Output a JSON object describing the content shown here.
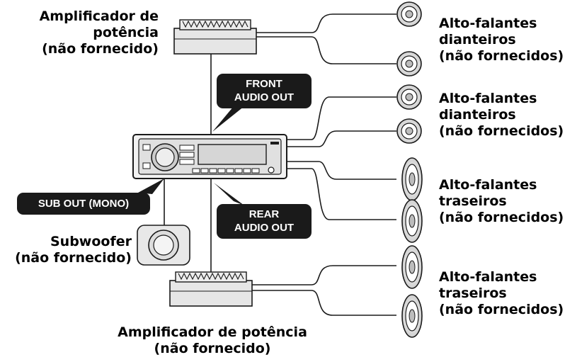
{
  "labels": {
    "amp_top": [
      "Amplificador de",
      "potência",
      "(não fornecido)"
    ],
    "amp_bottom": [
      "Amplificador de potência",
      "(não fornecido)"
    ],
    "subwoofer": [
      "Subwoofer",
      "(não fornecido)"
    ],
    "front_speakers_1": [
      "Alto-falantes",
      "dianteiros",
      "(não fornecidos)"
    ],
    "front_speakers_2": [
      "Alto-falantes",
      "dianteiros",
      "(não fornecidos)"
    ],
    "rear_speakers_1": [
      "Alto-falantes",
      "traseiros",
      "(não fornecidos)"
    ],
    "rear_speakers_2": [
      "Alto-falantes",
      "traseiros",
      "(não fornecidos)"
    ]
  },
  "badges": {
    "front_audio_out": [
      "FRONT",
      "AUDIO OUT"
    ],
    "rear_audio_out": [
      "REAR",
      "AUDIO OUT"
    ],
    "sub_out": [
      "SUB OUT (MONO)"
    ]
  },
  "colors": {
    "line": "#1a1a1a",
    "badge": "#1a1a1a",
    "device_fill": "#e6e6e6"
  }
}
